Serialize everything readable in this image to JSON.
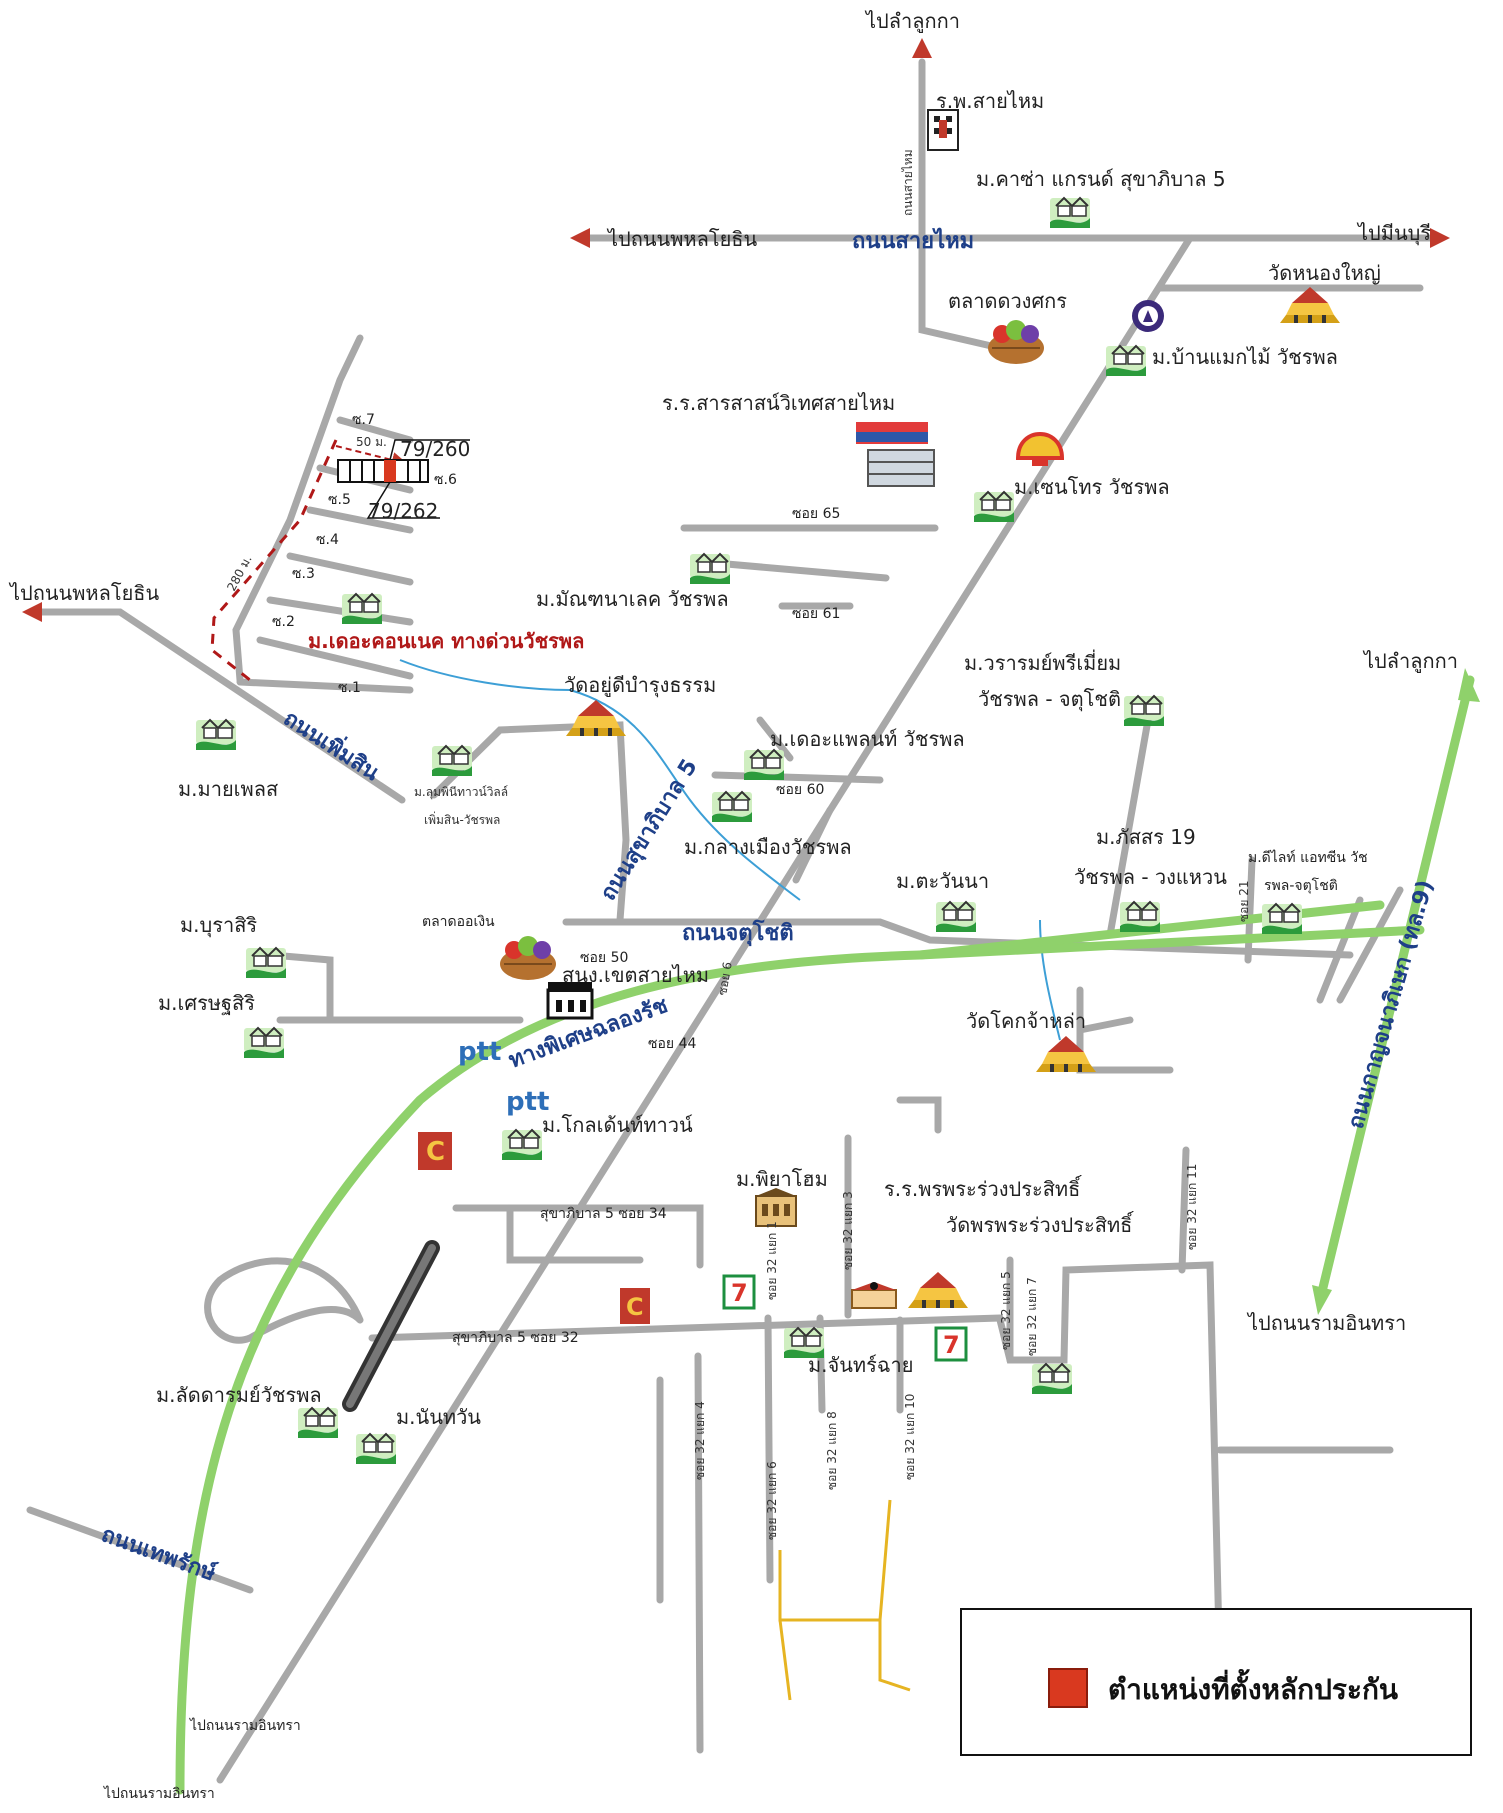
{
  "directions": {
    "to_lumlukka_north": "ไปลำลูกกา",
    "to_phahonyothin_top": "ไปถนนพหลโยธิน",
    "to_minburi": "ไปมีนบุรี",
    "to_phahonyothin_left": "ไปถนนพหลโยธิน",
    "to_lumlukka_east": "ไปลำลูกกา",
    "to_ramintra_right": "ไปถนนรามอินทรา",
    "to_ramintra_bottom1": "ไปถนนรามอินทรา",
    "to_ramintra_bottom2": "ไปถนนรามอินทรา"
  },
  "roads": {
    "sai_mai": "ถนนสายไหม",
    "phermsin": "ถนนเพิ่มสิน",
    "sukhapiban5": "ถนนสุขาภิบาล 5",
    "jatuchot": "ถนนจตุโชติ",
    "expressway": "ทางพิเศษฉลองรัช",
    "kanchanaphisek": "ถนนกาญจนาภิเษก (ทล.9)",
    "theparak": "ถนนเทพรักษ์",
    "sai_mai_vertical": "ถนนสายไหม",
    "soi65": "ซอย 65",
    "soi61": "ซอย 61",
    "soi60": "ซอย 60",
    "soi50": "ซอย 50",
    "soi6": "ซอย 6",
    "soi44": "ซอย 44",
    "soi21": "ซอย 21",
    "sukha5_soi34": "สุขาภิบาล 5 ซอย 34",
    "sukha5_soi32": "สุขาภิบาล 5 ซอย 32",
    "soi32_yaek1": "ซอย 32 แยก 1",
    "soi32_yaek3": "ซอย 32 แยก 3",
    "soi32_yaek5": "ซอย 32 แยก 5",
    "soi32_yaek6": "ซอย 32 แยก 6",
    "soi32_yaek7": "ซอย 32 แยก 7",
    "soi32_yaek8": "ซอย 32 แยก 8",
    "soi32_yaek10": "ซอย 32 แยก 10",
    "soi32_yaek11": "ซอย 32 แยก 11",
    "soi32_yaek4": "ซอย 32 แยก 4"
  },
  "places": {
    "hospital": "ร.พ.สายไหม",
    "casa_grand": "ม.คาซ่า แกรนด์ สุขาภิบาล 5",
    "wat_nong_yai": "วัดหนองใหญ่",
    "market_duangsakorn": "ตลาดดวงศกร",
    "ban_maekmai": "ม.บ้านแมกไม้ วัชรพล",
    "school_saraswit": "ร.ร.สารสาสน์วิเทศสายไหม",
    "centro": "ม.เซนโทร วัชรพล",
    "manthana": "ม.มัณฑนาเลค วัชรพล",
    "the_connect": "ม.เดอะคอนเนค ทางด่วนวัชรพล",
    "wat_yu_di": "วัดอยู่ดีบำรุงธรรม",
    "varrom": "ม.วรารมย์พรีเมี่ยม",
    "varrom2": "วัชรพล - จตุโชติ",
    "the_plant": "ม.เดอะแพลนท์ วัชรพล",
    "my_place": "ม.มายเพลส",
    "lumphini": "ม.ลุมพินีทาวน์วิลล์",
    "lumphini2": "เพิ่มสิน-วัชรพล",
    "klang_muang": "ม.กลางเมืองวัชรพล",
    "phatsorn": "ม.ภัสสร 19",
    "phatsorn2": "วัชรพล - วงแหวน",
    "delight": "ม.ดีไลท์ แอทซีน วัช",
    "delight2": "รพล-จตุโชติ",
    "tawanna": "ม.ตะวันนา",
    "burasiri": "ม.บุราสิริ",
    "market_ongoen": "ตลาดออเงิน",
    "district_office": "สนง.เขตสายไหม",
    "setthasiri": "ม.เศรษฐสิริ",
    "wat_khok": "วัดโคกจ้าหล่า",
    "golden_town": "ม.โกลเด้นท์ทาวน์",
    "piya_home": "ม.พิยาโฮม",
    "school_phonphra": "ร.ร.พรพระร่วงประสิทธิ์",
    "wat_phonphra": "วัดพรพระร่วงประสิทธิ์",
    "chanchai": "ม.จันทร์ฉาย",
    "ladda": "ม.ลัดดารมย์วัชรพล",
    "nanthawan": "ม.นันทวัน"
  },
  "subsoi": {
    "s7": "ซ.7",
    "s6": "ซ.6",
    "s5": "ซ.5",
    "s4": "ซ.4",
    "s3": "ซ.3",
    "s2": "ซ.2",
    "s1": "ซ.1"
  },
  "plots": {
    "plot_a": "79/260",
    "plot_b": "79/262",
    "dist_50": "50 ม.",
    "dist_280": "280 ม."
  },
  "brands": {
    "ptt1": "ptt",
    "ptt2": "ptt",
    "seven": "7"
  },
  "legend": {
    "label": "ตำแหน่งที่ตั้งหลักประกัน",
    "swatch_color": "#d9391f"
  },
  "colors": {
    "road": "#a8a8a8",
    "expressway": "#8fd16b",
    "canal": "#3d9fd6",
    "route_dashed": "#b01818",
    "small_soi": "#e6b422"
  }
}
